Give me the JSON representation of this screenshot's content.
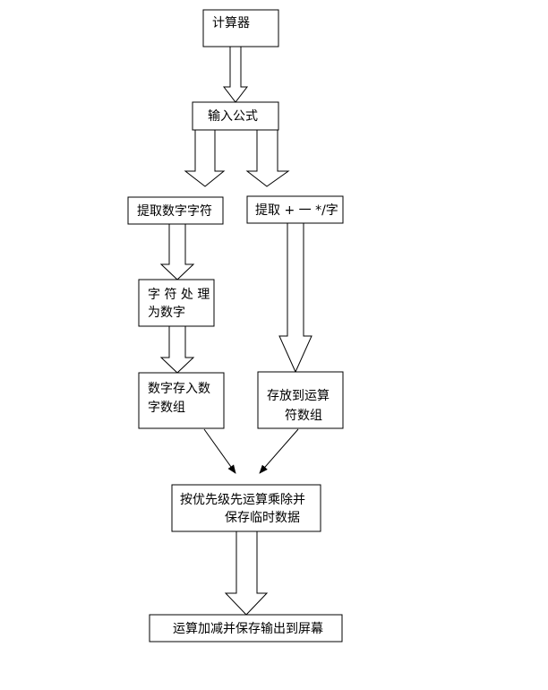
{
  "nodes": {
    "calculator": "计算器",
    "input_formula": "输入公式",
    "extract_digits": "提取数字字符",
    "extract_ops": "提取 + 一 */字",
    "process_chars_1": "字 符 处 理",
    "process_chars_2": "为数字",
    "store_numbers_1": "数字存入数",
    "store_numbers_2": "字数组",
    "store_ops_1": "存放到运算",
    "store_ops_2": "符数组",
    "priority_1": "按优先级先运算乘除并",
    "priority_2": "保存临时数据",
    "final_output": "运算加减并保存输出到屏幕"
  }
}
